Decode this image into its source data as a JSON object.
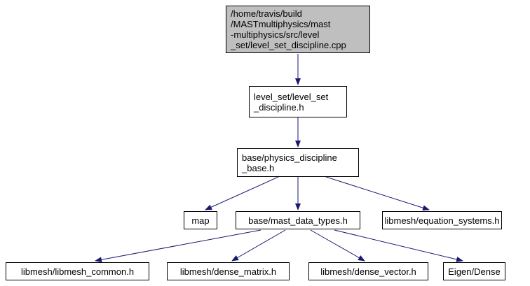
{
  "diagram": {
    "type": "include-dependency-graph",
    "colors": {
      "highlight_node_background": "#bfbfbf",
      "node_border": "#000000",
      "node_background": "#ffffff",
      "edge": "#191970",
      "text": "#000000"
    },
    "nodes": {
      "main_cpp": {
        "label": "/home/travis/build\n/MASTmultiphysics/mast\n-multiphysics/src/level\n_set/level_set_discipline.cpp",
        "highlighted": true
      },
      "level_set_discipline_h": {
        "label": "level_set/level_set\n_discipline.h"
      },
      "physics_discipline_base_h": {
        "label": "base/physics_discipline\n_base.h"
      },
      "map": {
        "label": "map"
      },
      "mast_data_types_h": {
        "label": "base/mast_data_types.h"
      },
      "equation_systems_h": {
        "label": "libmesh/equation_systems.h"
      },
      "libmesh_common_h": {
        "label": "libmesh/libmesh_common.h"
      },
      "dense_matrix_h": {
        "label": "libmesh/dense_matrix.h"
      },
      "dense_vector_h": {
        "label": "libmesh/dense_vector.h"
      },
      "eigen_dense": {
        "label": "Eigen/Dense"
      }
    },
    "edges": [
      {
        "from": "main_cpp",
        "to": "level_set_discipline_h"
      },
      {
        "from": "level_set_discipline_h",
        "to": "physics_discipline_base_h"
      },
      {
        "from": "physics_discipline_base_h",
        "to": "map"
      },
      {
        "from": "physics_discipline_base_h",
        "to": "mast_data_types_h"
      },
      {
        "from": "physics_discipline_base_h",
        "to": "equation_systems_h"
      },
      {
        "from": "mast_data_types_h",
        "to": "libmesh_common_h"
      },
      {
        "from": "mast_data_types_h",
        "to": "dense_matrix_h"
      },
      {
        "from": "mast_data_types_h",
        "to": "dense_vector_h"
      },
      {
        "from": "mast_data_types_h",
        "to": "eigen_dense"
      }
    ]
  }
}
